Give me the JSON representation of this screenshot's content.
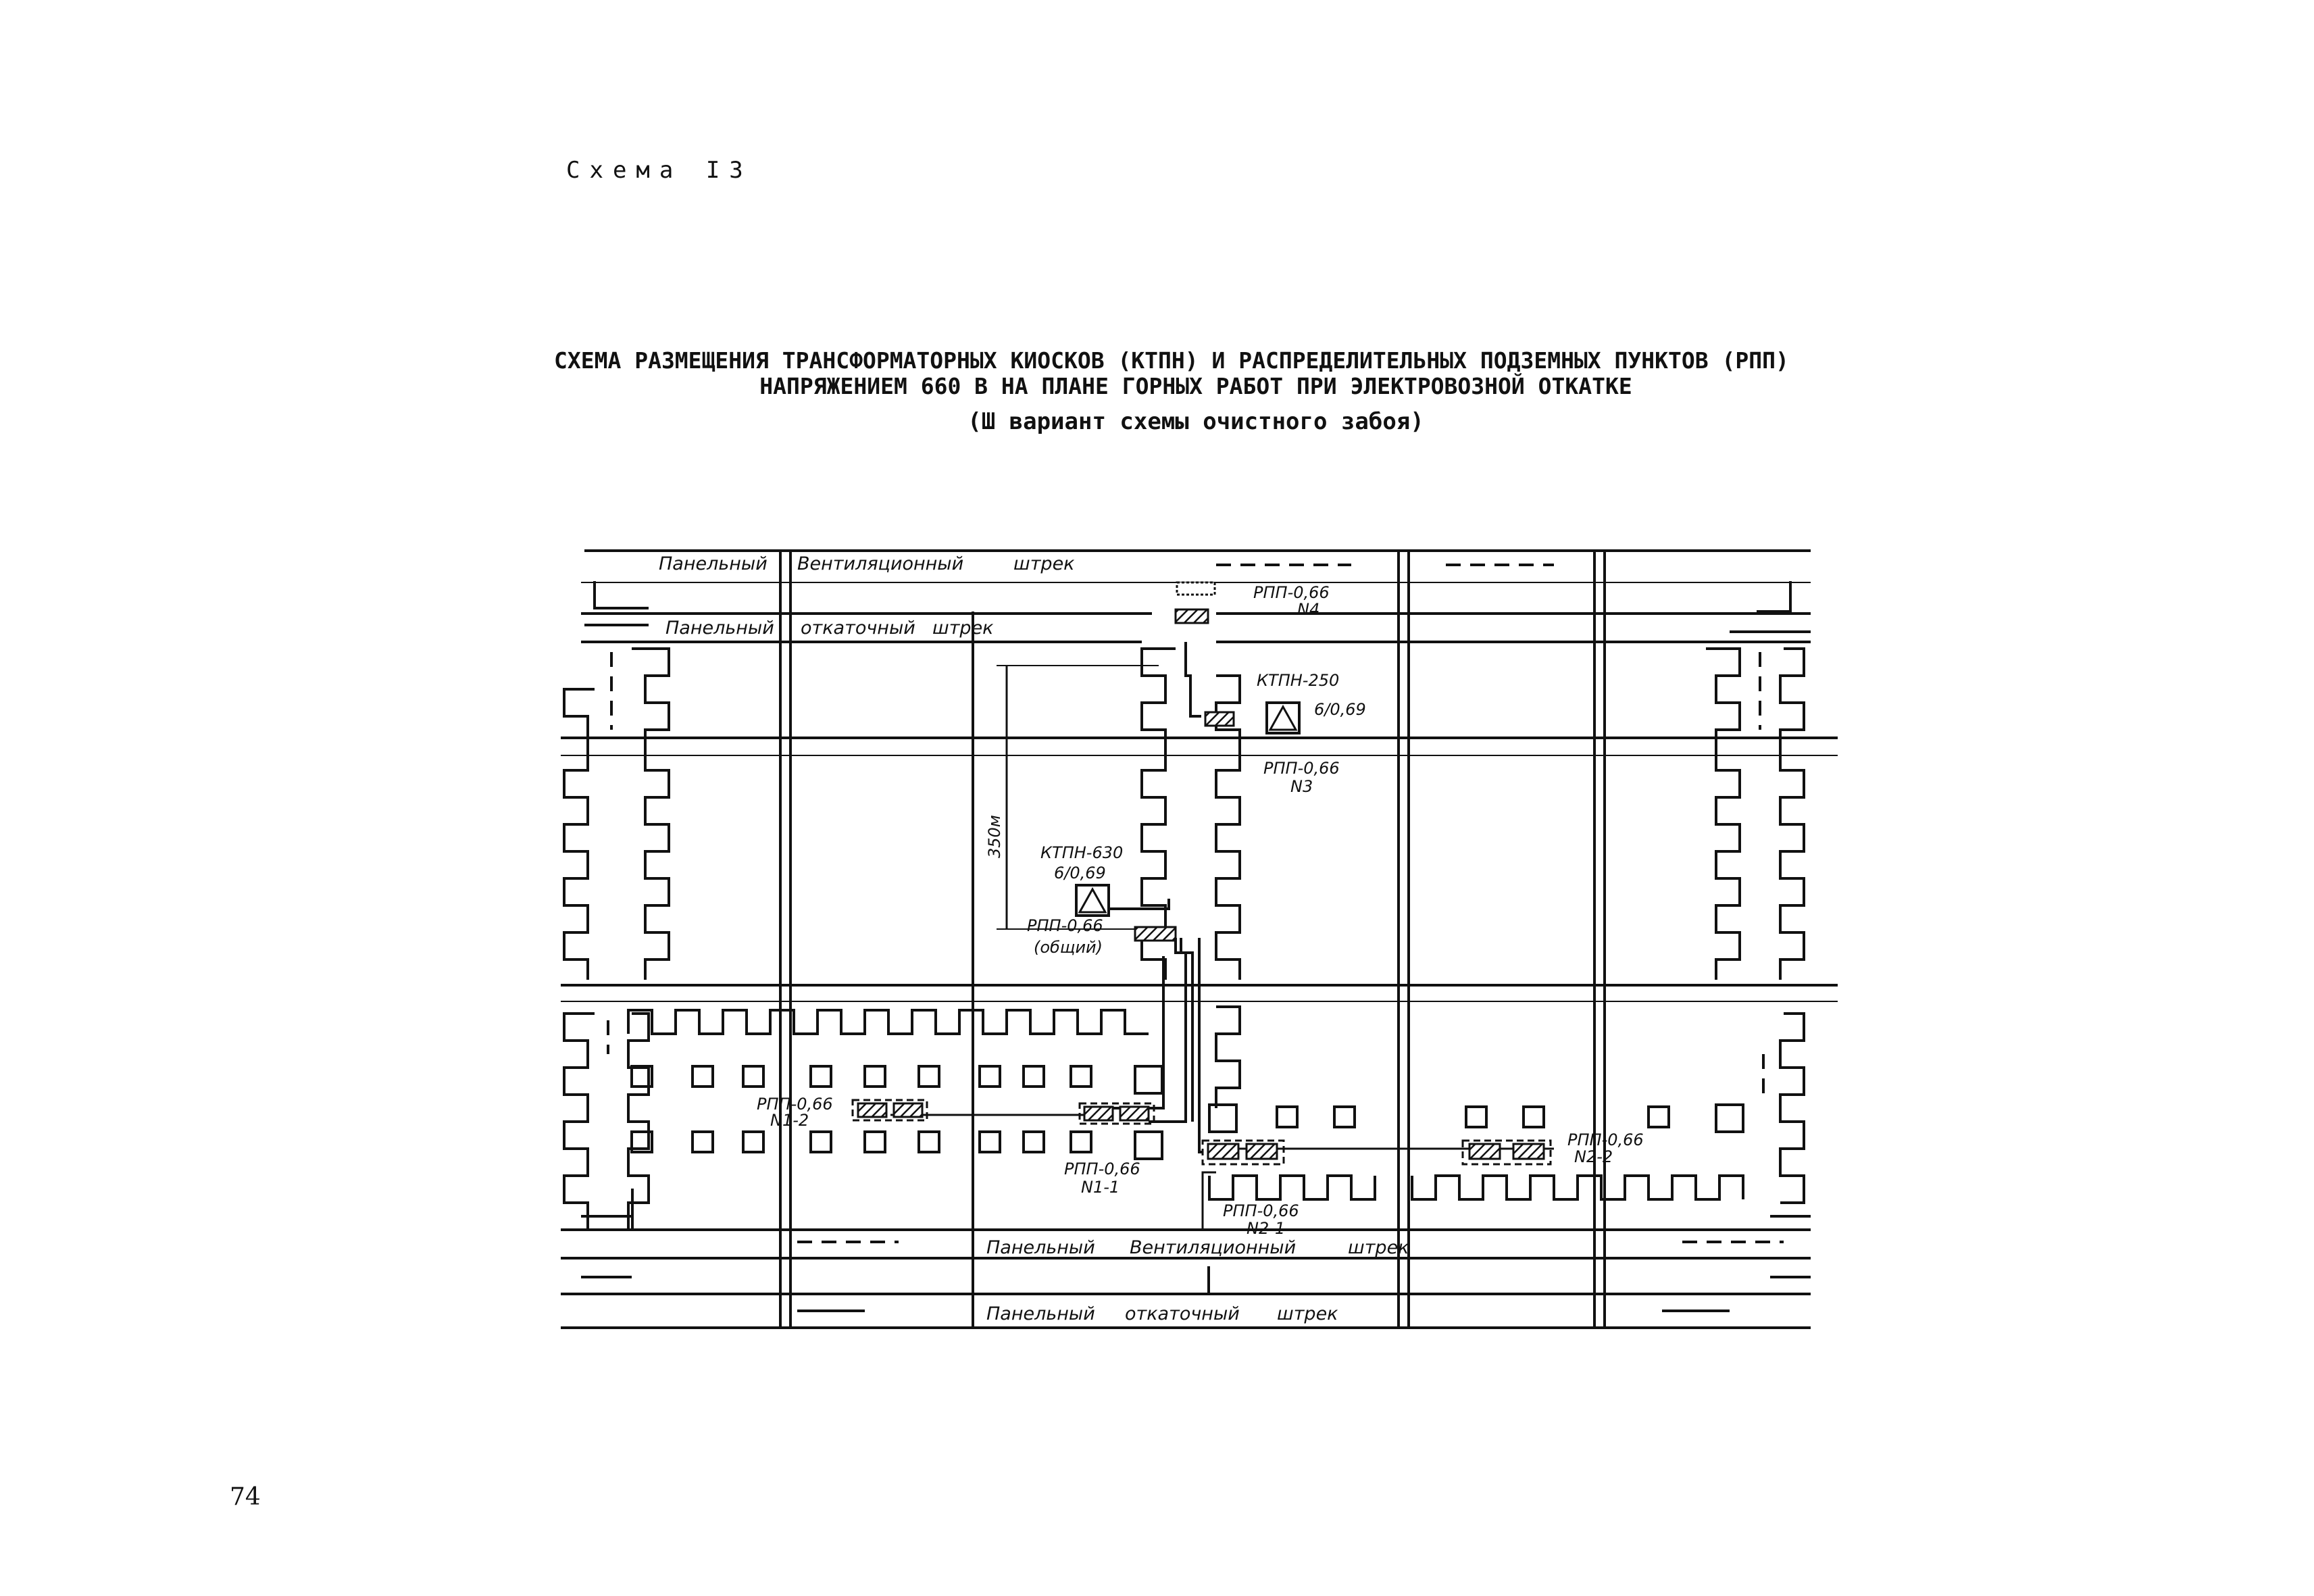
{
  "header": {
    "scheme_label": "Схема I3",
    "title_line1": "СХЕМА РАЗМЕЩЕНИЯ  ТРАНСФОРМАТОРНЫХ КИОСКОВ (КТПН) И РАСПРЕДЕЛИТЕЛЬНЫХ ПОДЗЕМНЫХ ПУНКТОВ  (РПП)",
    "title_line2": "НАПРЯЖЕНИЕМ 660 В НА ПЛАНЕ ГОРНЫХ РАБОТ ПРИ ЭЛЕКТРОВОЗНОЙ ОТКАТКЕ",
    "title_line3": "(Ш вариант схемы очистного забоя)"
  },
  "diagram": {
    "drifts": {
      "top_vent_1": "Панельный",
      "top_vent_2": "Вентиляционный",
      "top_vent_3": "штрек",
      "top_haul_1": "Панельный",
      "top_haul_2": "откаточный",
      "top_haul_3": "штрек",
      "bottom_vent_1": "Панельный",
      "bottom_vent_2": "Вентиляционный",
      "bottom_vent_3": "штрек",
      "bottom_haul_1": "Панельный",
      "bottom_haul_2": "откаточный",
      "bottom_haul_3": "штрек"
    },
    "equipment": {
      "rpp4_a": "РПП-0,66",
      "rpp4_b": "N4",
      "ktpn250_a": "КТПН-250",
      "ktpn250_b": "6/0,69",
      "rpp3_a": "РПП-0,66",
      "rpp3_b": "N3",
      "ktpn630_a": "КТПН-630",
      "ktpn630_b": "6/0,69",
      "rpp_common_a": "РПП-0,66",
      "rpp_common_b": "(общий)",
      "rpp12_a": "РПП-0,66",
      "rpp12_b": "N1-2",
      "rpp11_a": "РПП-0,66",
      "rpp11_b": "N1-1",
      "rpp21_a": "РПП-0,66",
      "rpp21_b": "N2-1",
      "rpp22_a": "РПП-0,66",
      "rpp22_b": "N2-2"
    },
    "dimension": "350м"
  },
  "page_number": "74"
}
